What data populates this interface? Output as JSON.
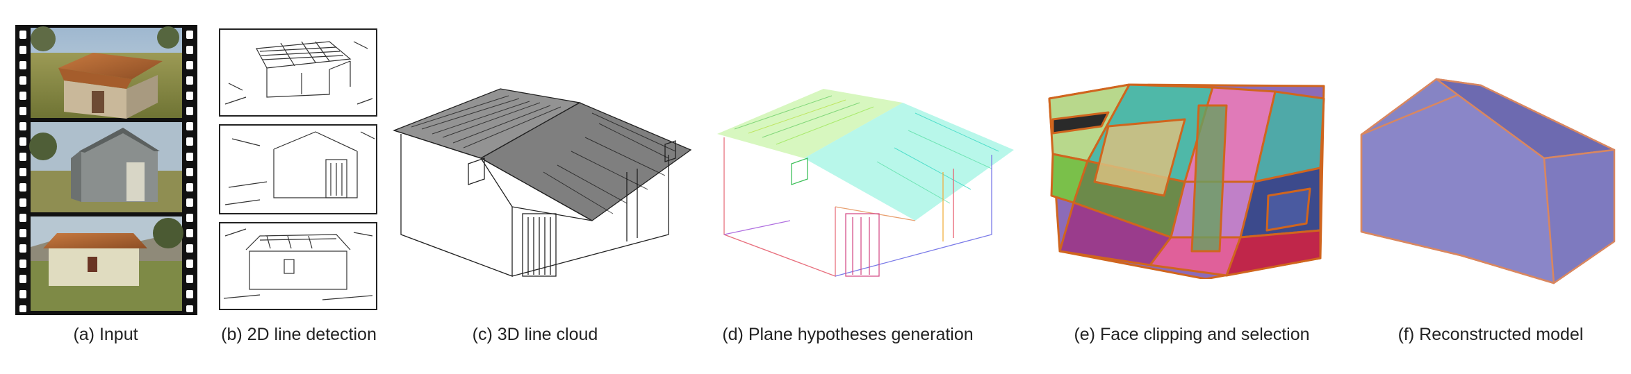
{
  "figure": {
    "captions": [
      "(a) Input",
      "(b) 2D line detection",
      "(c) 3D line cloud",
      "(d) Plane hypotheses generation",
      "(e) Face clipping and selection",
      "(f) Reconstructed model"
    ]
  }
}
